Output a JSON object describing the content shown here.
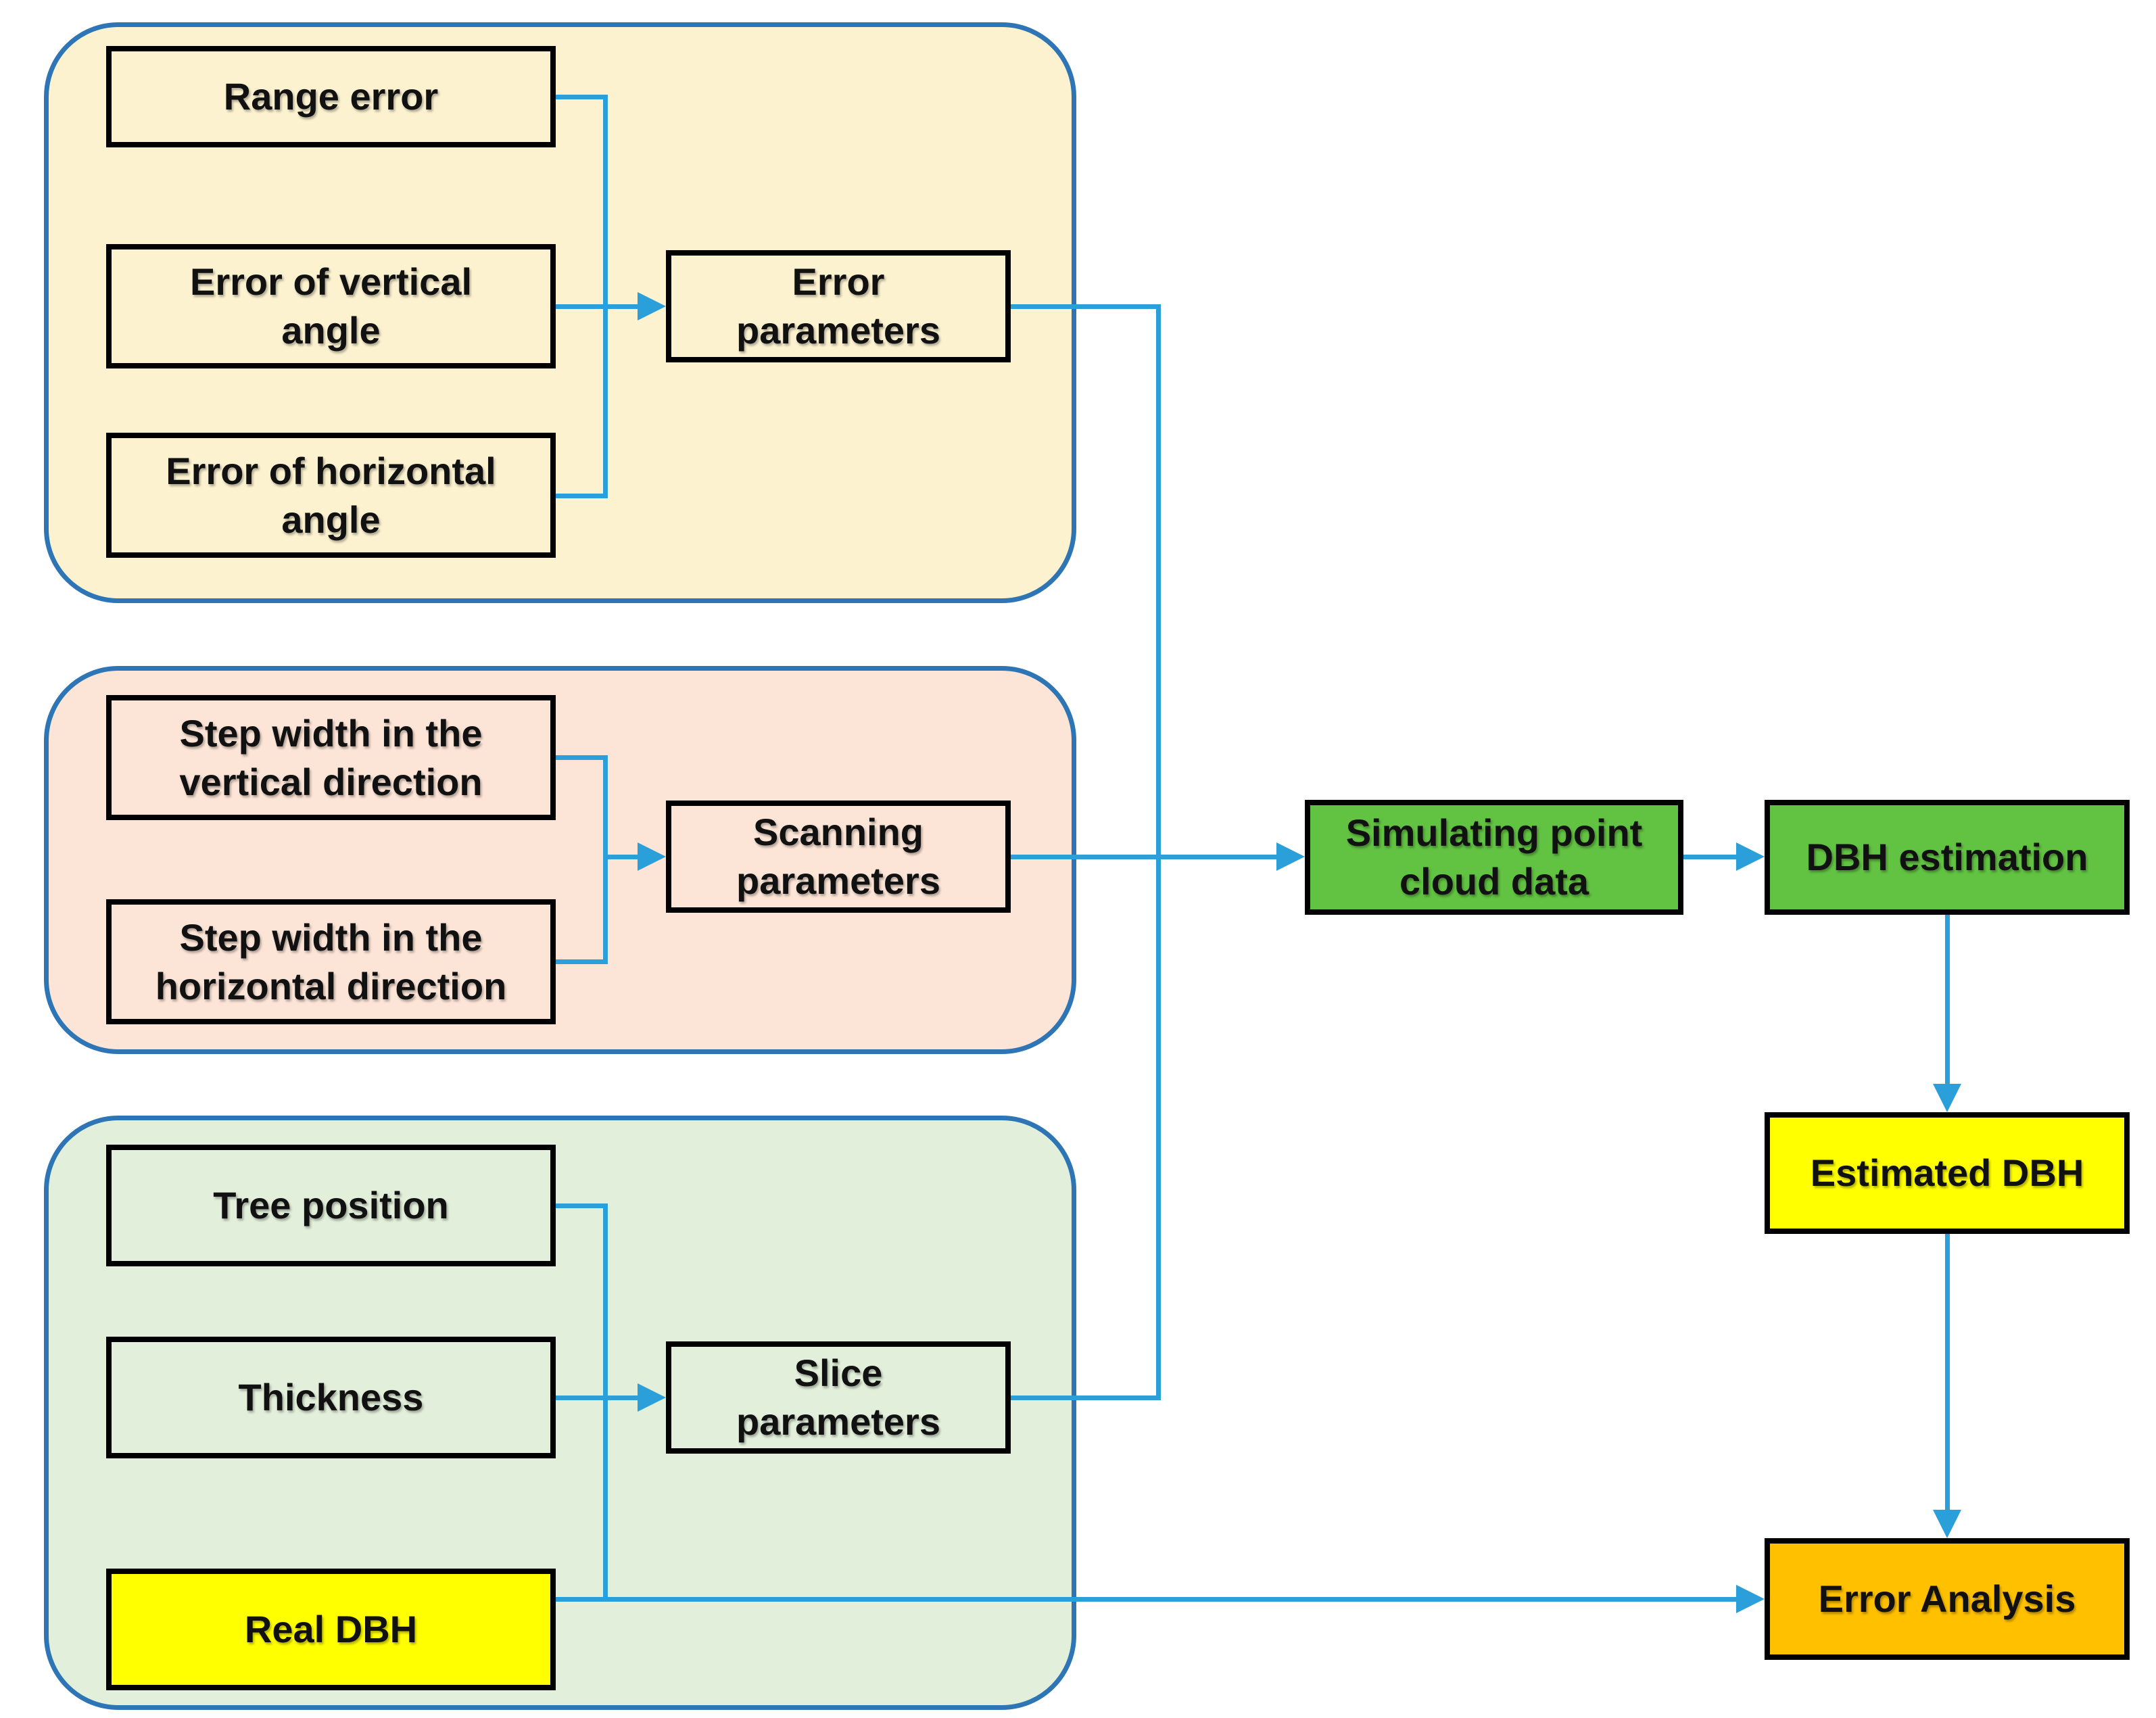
{
  "figure": {
    "title": "DBH estimation simulation workflow diagram",
    "type": "flowchart"
  },
  "colors": {
    "error_group_bg": "#FCF2D0",
    "scanning_group_bg": "#FCE4D6",
    "slice_group_bg": "#E2EFDA",
    "process_green": "#62C242",
    "highlight_yellow": "#FFFF00",
    "analysis_orange": "#FFC000",
    "connector_blue": "#2B9FD9",
    "group_border_blue": "#2E75B6",
    "box_border_black": "#000000"
  },
  "nodes": {
    "range_error": "Range error",
    "error_vertical_angle": "Error of vertical\nangle",
    "error_horizontal_angle": "Error of horizontal\nangle",
    "error_parameters": "Error\nparameters",
    "step_width_vertical": "Step width in the\nvertical direction",
    "step_width_horizontal": "Step width in the\nhorizontal direction",
    "scanning_parameters": "Scanning\nparameters",
    "tree_position": "Tree position",
    "thickness": "Thickness",
    "real_dbh": "Real DBH",
    "slice_parameters": "Slice\nparameters",
    "simulating_point_cloud": "Simulating point\ncloud data",
    "dbh_estimation": "DBH estimation",
    "estimated_dbh": "Estimated DBH",
    "error_analysis": "Error Analysis"
  },
  "edges": [
    {
      "from": "range_error",
      "to": "error_parameters"
    },
    {
      "from": "error_vertical_angle",
      "to": "error_parameters"
    },
    {
      "from": "error_horizontal_angle",
      "to": "error_parameters"
    },
    {
      "from": "step_width_vertical",
      "to": "scanning_parameters"
    },
    {
      "from": "step_width_horizontal",
      "to": "scanning_parameters"
    },
    {
      "from": "tree_position",
      "to": "slice_parameters"
    },
    {
      "from": "thickness",
      "to": "slice_parameters"
    },
    {
      "from": "real_dbh",
      "to": "slice_parameters"
    },
    {
      "from": "error_parameters",
      "to": "simulating_point_cloud"
    },
    {
      "from": "scanning_parameters",
      "to": "simulating_point_cloud"
    },
    {
      "from": "slice_parameters",
      "to": "simulating_point_cloud"
    },
    {
      "from": "simulating_point_cloud",
      "to": "dbh_estimation"
    },
    {
      "from": "dbh_estimation",
      "to": "estimated_dbh"
    },
    {
      "from": "estimated_dbh",
      "to": "error_analysis"
    },
    {
      "from": "real_dbh",
      "to": "error_analysis"
    }
  ]
}
